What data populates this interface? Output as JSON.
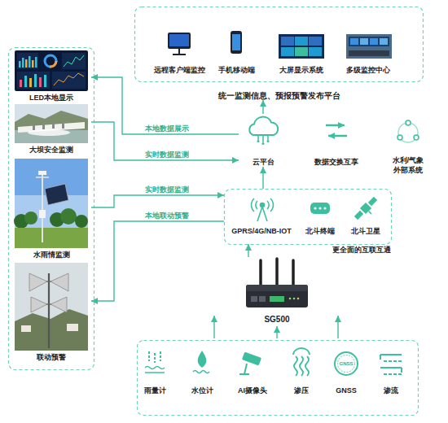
{
  "diagram": {
    "nodes": [
      {
        "text": [
          "统一监测信息、预报预警发布平台"
        ]
      },
      {
        "text": [
          "远程客户端监控"
        ],
        "in": 0
      },
      {
        "text": [
          "手机移动端"
        ],
        "in": 0
      },
      {
        "text": [
          "大屏显示系统"
        ],
        "in": 0
      },
      {
        "text": [
          "多级监控中心"
        ],
        "in": 0
      },
      {
        "text": [
          "LED本地显示"
        ]
      },
      {
        "text": [
          "大坝安全监测"
        ]
      },
      {
        "text": [
          "水雨情监测"
        ]
      },
      {
        "text": [
          "联动预警"
        ]
      },
      {
        "text": [
          "云平台"
        ]
      },
      {
        "text": [
          "数据交换互享"
        ]
      },
      {
        "text": [
          "水利/气象 外部系统"
        ]
      },
      {
        "text": [
          "更全面的互联互通"
        ]
      },
      {
        "text": [
          "GPRS/4G/NB-IOT"
        ],
        "in": 12
      },
      {
        "text": [
          "北斗终端"
        ],
        "in": 12
      },
      {
        "text": [
          "北斗卫星"
        ],
        "in": 12
      },
      {
        "text": [
          "SG500"
        ]
      },
      {
        "text": [
          "雨量计"
        ]
      },
      {
        "text": [
          "水位计"
        ]
      },
      {
        "text": [
          "AI摄像头"
        ]
      },
      {
        "text": [
          "渗压"
        ]
      },
      {
        "text": [
          "GNSS"
        ]
      },
      {
        "text": [
          "渗流"
        ]
      }
    ],
    "edges": [
      {
        "from": 9,
        "to": 0,
        "arrow": "to"
      },
      {
        "from": 9,
        "to": 5,
        "arrow": "to",
        "label": "本地数据展示"
      },
      {
        "from": 6,
        "to": 9,
        "arrow": "to",
        "label": "实时数据监测"
      },
      {
        "from": 7,
        "to": 12,
        "arrow": "to",
        "label": "实时数据监测"
      },
      {
        "from": 12,
        "to": 8,
        "arrow": "to",
        "label": "本地联动预警"
      },
      {
        "from": 12,
        "to": 9,
        "arrow": "to"
      },
      {
        "from": 16,
        "to": 12,
        "arrow": "to"
      }
    ],
    "labels": [
      "GNSS"
    ]
  }
}
